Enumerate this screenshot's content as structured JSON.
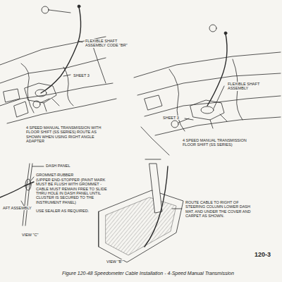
{
  "diagram": {
    "caption": "Figure 120-48 Speedometer Cable Installation - 4-Speed Manual Transmission",
    "labels": [
      "FLEXIBLE SHAFT ASSEMBLY CODE \"BR\"",
      "SHEET 3",
      "4 SPEED MANUAL TRANSMISSION WITH FLOOR SHIFT (SS SERIES) ROUTE AS SHOWN WHEN USING RIGHT ANGLE ADAPTER",
      "FLEXIBLE SHAFT ASSEMBLY",
      "SHEET 3",
      "4 SPEED MANUAL TRANSMISSION FLOOR SHIFT (SS SERIES)",
      "DASH PANEL",
      "GROMMET-RUBBER",
      "(UPPER END-STOPPER (PAINT MARK MUST BE FLUSH WITH GROMMET - CABLE MUST REMAIN FREE TO SLIDE THRU HOLE IN DASH PANEL UNTIL CLUSTER IS SECURED TO THE INSTRUMENT PANEL)",
      "USE SEALER AS REQUIRED.",
      "AFT ASSEMBLY",
      "VIEW \"C\"",
      "ROUTE CABLE TO RIGHT OF STEERING COLUMN LOWER DASH MAT, AND UNDER THE COVER AND CARPET AS SHOWN.",
      "VIEW \"B\"",
      "120-3"
    ]
  }
}
